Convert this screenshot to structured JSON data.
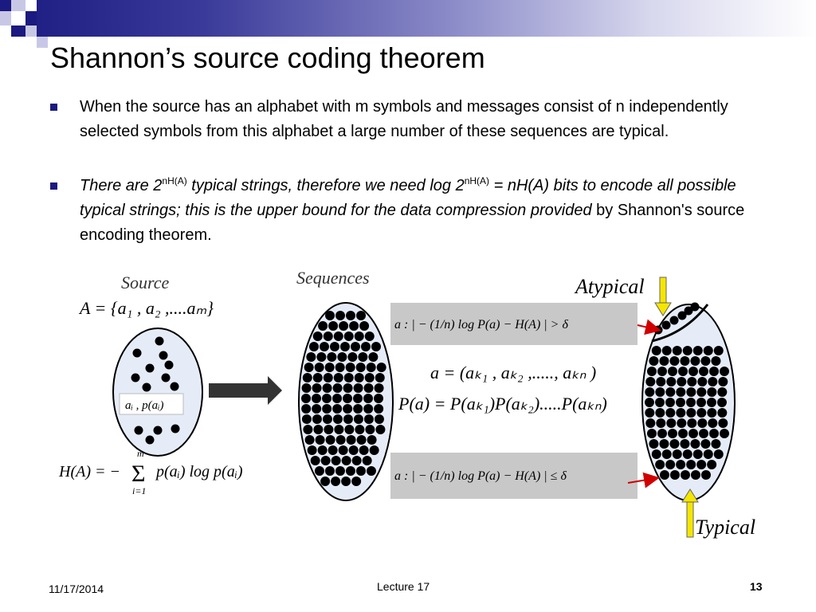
{
  "slide": {
    "title": "Shannon’s source coding theorem"
  },
  "bullets": {
    "b1": {
      "text": "When the source has an alphabet with m symbols and messages consist of n independently selected symbols from this alphabet a large number of these sequences are typical."
    },
    "b2": {
      "part1": "There are 2",
      "sup1": "nH(A)",
      "part2": " typical strings, therefore we need log 2",
      "sup2": "nH(A)",
      "part3": " = nH(A) bits to encode all possible typical strings; this is the upper bound for the data compression provided",
      "part4": " by Shannon's source encoding theorem."
    }
  },
  "diagram": {
    "source_label": "Source",
    "alphabet_formula": "A = {a₁ , a₂ ,....aₘ}",
    "symbol_prob": "aᵢ , p(aᵢ)",
    "entropy_lhs": "H(A) = −",
    "entropy_sum": "Σ",
    "entropy_upper": "m",
    "entropy_lower": "i=1",
    "entropy_rhs": "p(aᵢ) log p(aᵢ)",
    "sequences_label": "Sequences",
    "atypical_condition": "a : | − (1/n) log P(a) − H(A) | > δ",
    "sequence_def": "a = (aₖ₁ , aₖ₂ ,....., aₖₙ )",
    "sequence_prob": "P(a) = P(aₖ₁)P(aₖ₂).....P(aₖₙ)",
    "typical_condition": "a : | − (1/n) log P(a) − H(A) | ≤ δ",
    "atypical_label": "Atypical",
    "typical_label": "Typical"
  },
  "footer": {
    "date": "11/17/2014",
    "lecture": "Lecture 17",
    "page": "13"
  },
  "colors": {
    "accent": "#1a1a80",
    "ellipse_fill": "#e6ecf7",
    "condition_box": "#c8c8c8",
    "arrow_yellow": "#f5e600"
  }
}
